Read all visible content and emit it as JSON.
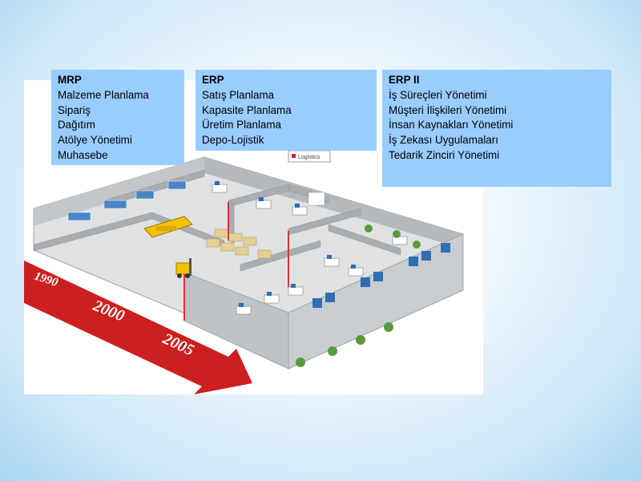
{
  "mrp": {
    "title": "MRP",
    "items": [
      "Malzeme Planlama",
      "Sipariş",
      "Dağıtım",
      "Atölye Yönetimi",
      "Muhasebe"
    ]
  },
  "erp": {
    "title": "ERP",
    "items": [
      "Satış Planlama",
      "Kapasite Planlama",
      "Üretim Planlama",
      "Depo-Lojistik"
    ]
  },
  "erp2": {
    "title": "ERP II",
    "items": [
      "İş Süreçleri Yönetimi",
      "Müşteri İlişkileri Yönetimi",
      "İnsan Kaynakları Yönetimi",
      "İş Zekası Uygulamaları",
      "Tedarik Zinciri Yönetimi"
    ]
  },
  "timeline": {
    "years": [
      "1990",
      "2000",
      "2005"
    ]
  },
  "illustration": {
    "sign_label": "Logistics"
  },
  "colors": {
    "box_fill": "#99ccff",
    "arrow": "#cc1f1f",
    "walls": "#b9bcc0",
    "floor": "#dfe1e3",
    "forklift": "#f2c200"
  }
}
